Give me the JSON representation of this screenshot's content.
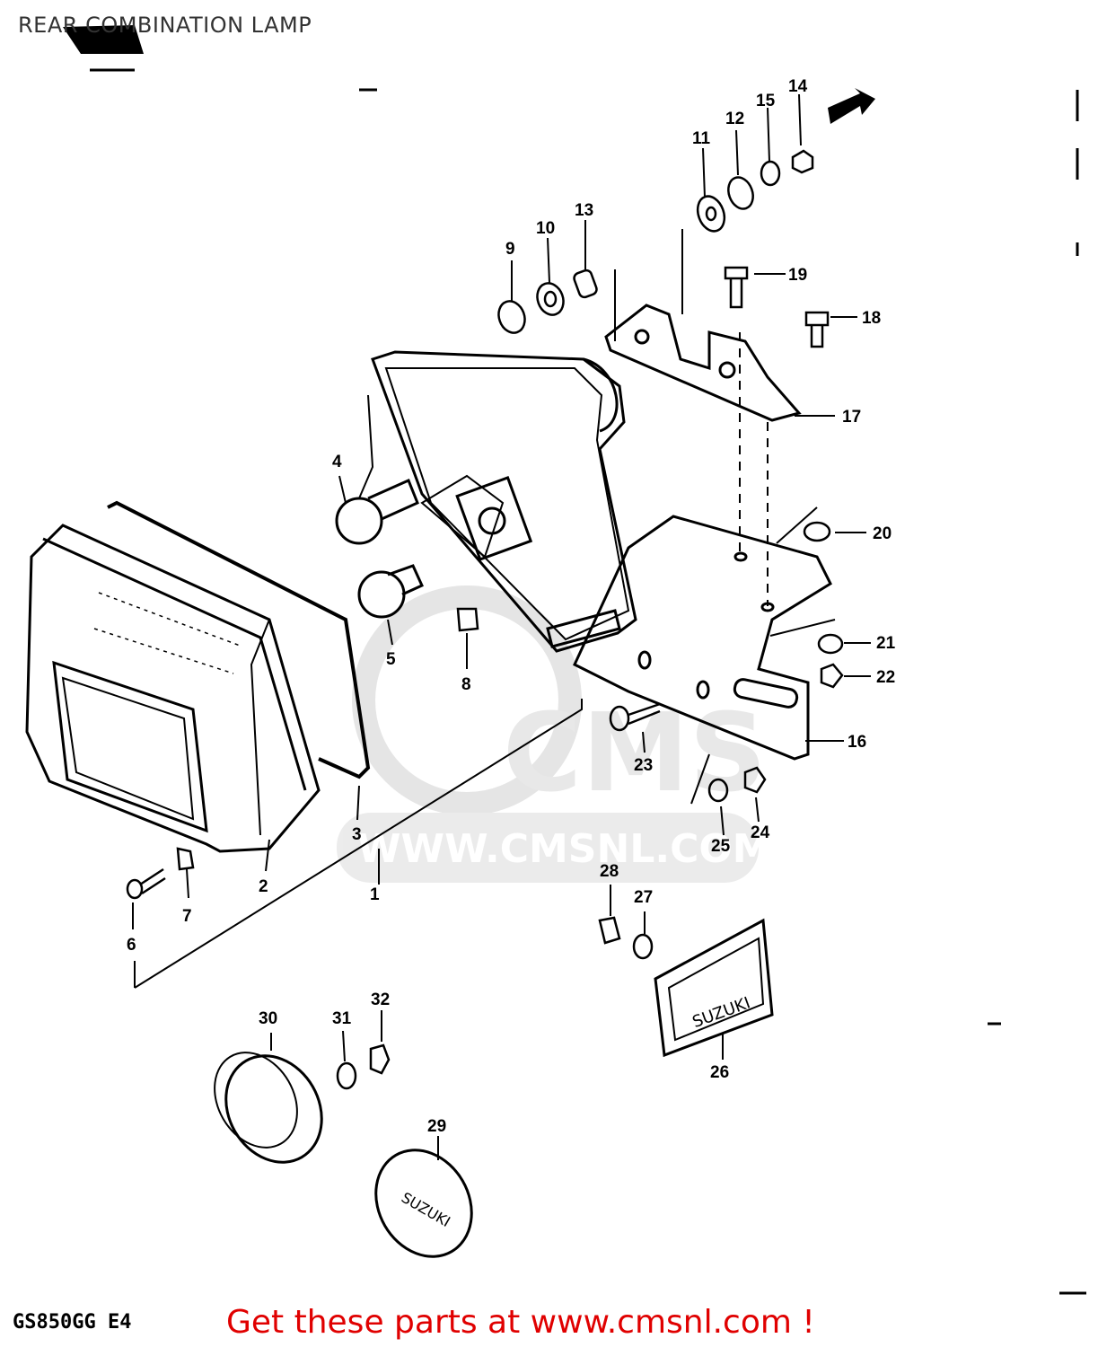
{
  "header": {
    "title": "REAR COMBINATION LAMP"
  },
  "footer": {
    "model": "GS850GG E4",
    "link_text": "Get these parts at www.cmsnl.com !"
  },
  "watermark": {
    "brand": "CMS",
    "url": "WWW.CMSNL.COM"
  },
  "colors": {
    "link": "#e00000",
    "line": "#000000",
    "watermark": "#d8d8d8"
  },
  "parts": [
    {
      "num": "1"
    },
    {
      "num": "2"
    },
    {
      "num": "3"
    },
    {
      "num": "4"
    },
    {
      "num": "5"
    },
    {
      "num": "6"
    },
    {
      "num": "7"
    },
    {
      "num": "8"
    },
    {
      "num": "9"
    },
    {
      "num": "10"
    },
    {
      "num": "11"
    },
    {
      "num": "12"
    },
    {
      "num": "13"
    },
    {
      "num": "14"
    },
    {
      "num": "15"
    },
    {
      "num": "16"
    },
    {
      "num": "17"
    },
    {
      "num": "18"
    },
    {
      "num": "19"
    },
    {
      "num": "20"
    },
    {
      "num": "21"
    },
    {
      "num": "22"
    },
    {
      "num": "23"
    },
    {
      "num": "24"
    },
    {
      "num": "25"
    },
    {
      "num": "26"
    },
    {
      "num": "27"
    },
    {
      "num": "28"
    },
    {
      "num": "29"
    },
    {
      "num": "30"
    },
    {
      "num": "31"
    },
    {
      "num": "32"
    }
  ]
}
